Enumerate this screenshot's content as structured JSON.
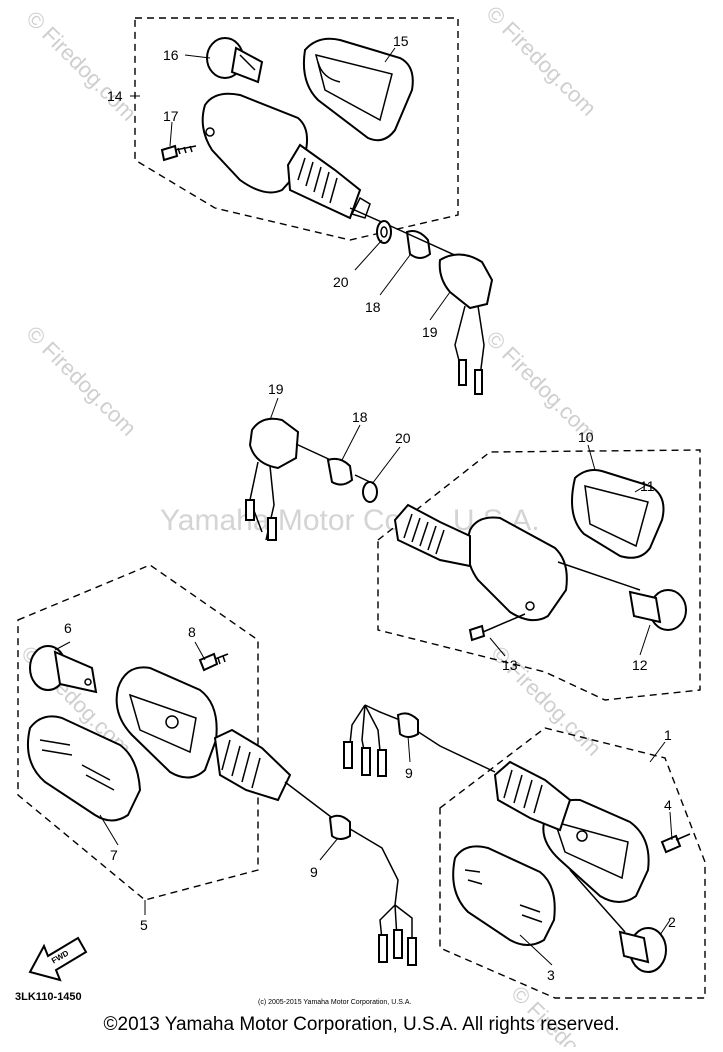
{
  "watermark": {
    "brand_text": "© Firedog.com",
    "overlay_text": "Yamaha Motor Corp., U.S.A."
  },
  "diagram": {
    "reference_code": "3LK110-1450",
    "fwd_label": "FWD",
    "inner_copyright": "(c) 2005-2015 Yamaha Motor Corporation, U.S.A.",
    "part_numbers": {
      "p1": "1",
      "p2": "2",
      "p3": "3",
      "p4": "4",
      "p5": "5",
      "p6": "6",
      "p7": "7",
      "p8": "8",
      "p9a": "9",
      "p9b": "9",
      "p10": "10",
      "p11": "11",
      "p12": "12",
      "p13": "13",
      "p14": "14",
      "p15": "15",
      "p16": "16",
      "p17": "17",
      "p18a": "18",
      "p18b": "18",
      "p19a": "19",
      "p19b": "19",
      "p20a": "20",
      "p20b": "20"
    }
  },
  "footer": {
    "copyright": "©2013 Yamaha Motor Corporation, U.S.A. All rights reserved."
  }
}
